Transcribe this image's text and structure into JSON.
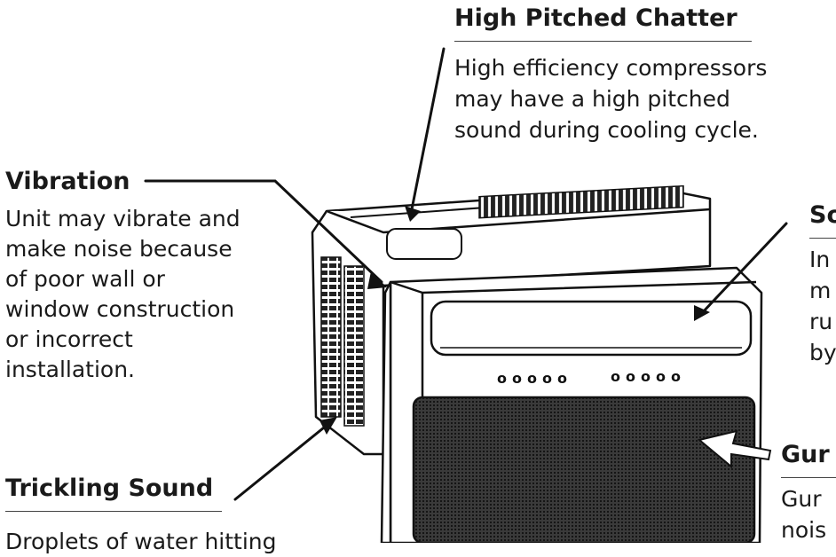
{
  "callouts": {
    "high_pitched": {
      "heading": "High Pitched Chatter",
      "lines": [
        "High efficiency compressors",
        "may have a high pitched",
        "sound during cooling cycle."
      ]
    },
    "vibration": {
      "heading": "Vibration",
      "lines": [
        "Unit may vibrate and",
        "make noise because",
        "of poor wall or",
        "window construction",
        "or incorrect",
        "installation."
      ]
    },
    "trickling": {
      "heading": "Trickling Sound",
      "lines": [
        "Droplets of water hitting"
      ]
    },
    "right_top": {
      "heading": "So",
      "lines": [
        "In",
        "m",
        "ru",
        "by"
      ]
    },
    "right_bottom": {
      "heading": "Gur",
      "lines": [
        "Gur",
        "nois"
      ]
    }
  },
  "panel": {
    "left_buttons": "ooooo",
    "right_buttons": "ooooo"
  },
  "colors": {
    "ink": "#1a1a1a",
    "grille": "#2b2b2b"
  }
}
